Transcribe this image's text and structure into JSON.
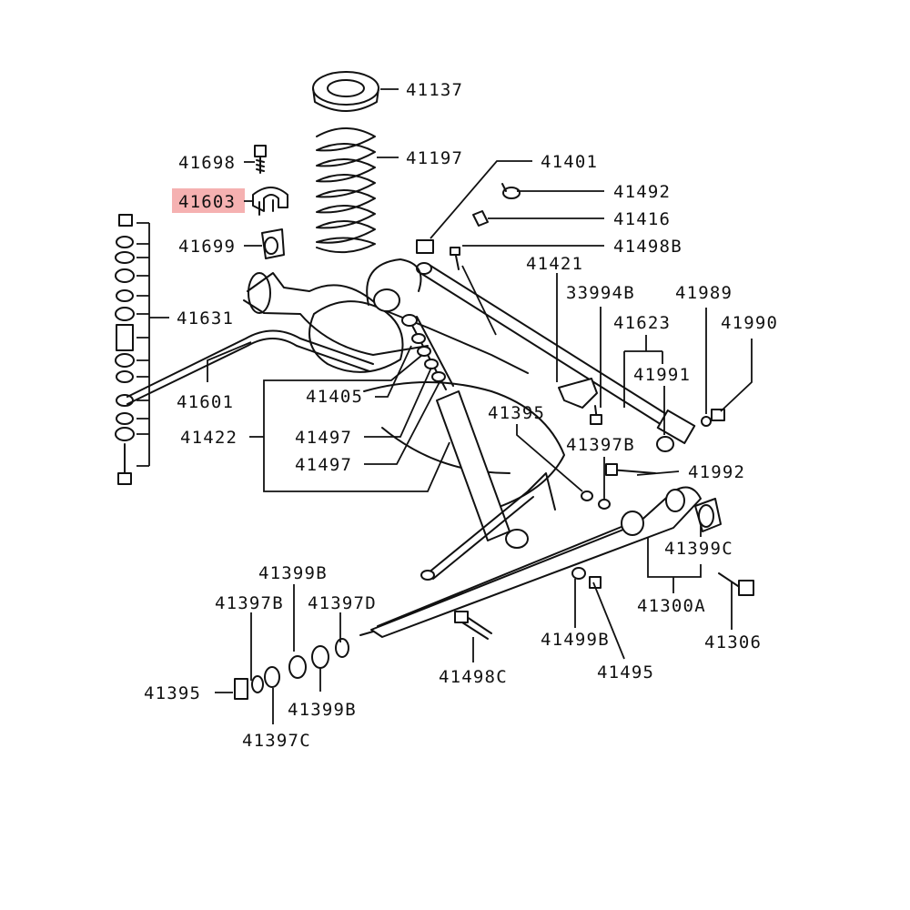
{
  "highlight_color": "#f3a3a3",
  "parts": {
    "p41137": "41137",
    "p41197": "41197",
    "p41698": "41698",
    "p41603": "41603",
    "p41699": "41699",
    "p41401": "41401",
    "p41492": "41492",
    "p41416": "41416",
    "p41498B": "41498B",
    "p41421": "41421",
    "p33994B": "33994B",
    "p41989": "41989",
    "p41623": "41623",
    "p41990": "41990",
    "p41991": "41991",
    "p41631": "41631",
    "p41601": "41601",
    "p41405": "41405",
    "p41422": "41422",
    "p41497a": "41497",
    "p41497b": "41497",
    "p41395a": "41395",
    "p41397B_r": "41397B",
    "p41992": "41992",
    "p41399C": "41399C",
    "p41399B_t": "41399B",
    "p41397B_l": "41397B",
    "p41397D": "41397D",
    "p41300A": "41300A",
    "p41306": "41306",
    "p41499B": "41499B",
    "p41495": "41495",
    "p41498C": "41498C",
    "p41395b": "41395",
    "p41399B_b": "41399B",
    "p41397C": "41397C"
  }
}
